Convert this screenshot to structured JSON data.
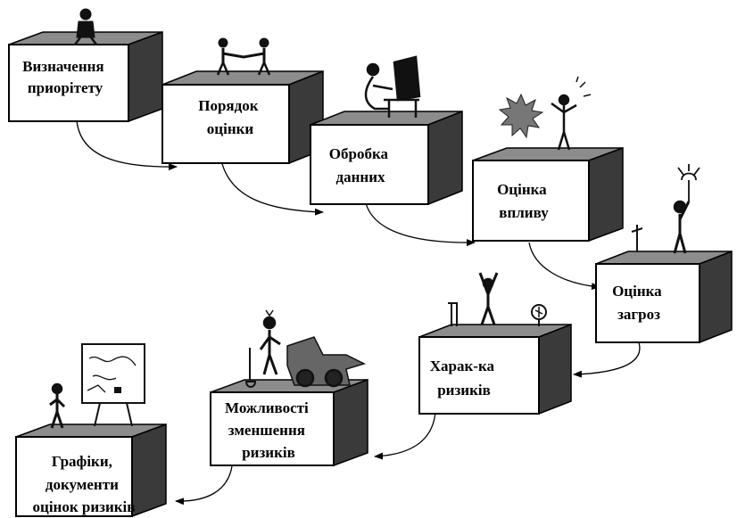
{
  "steps": [
    {
      "id": "priority",
      "lines": [
        "Визначення",
        "приорітету"
      ],
      "figure": "person-sitting"
    },
    {
      "id": "order",
      "lines": [
        "Порядок",
        "оцінки"
      ],
      "figure": "handshake"
    },
    {
      "id": "data",
      "lines": [
        "Обробка",
        "данних"
      ],
      "figure": "person-at-computer"
    },
    {
      "id": "impact",
      "lines": [
        "Оцінка",
        "впливу"
      ],
      "figure": "explosion-person"
    },
    {
      "id": "threats",
      "lines": [
        "Оцінка",
        "загроз"
      ],
      "figure": "person-with-lamp"
    },
    {
      "id": "characteristics",
      "lines": [
        "Харак-ка",
        "ризиків"
      ],
      "figure": "person-arms-raised"
    },
    {
      "id": "mitigation",
      "lines": [
        "Можливості",
        "зменшення",
        "ризиків"
      ],
      "figure": "bulldozer"
    },
    {
      "id": "reports",
      "lines": [
        "Графіки,",
        "документи",
        "оцінок ризиків"
      ],
      "figure": "person-with-chart"
    }
  ]
}
